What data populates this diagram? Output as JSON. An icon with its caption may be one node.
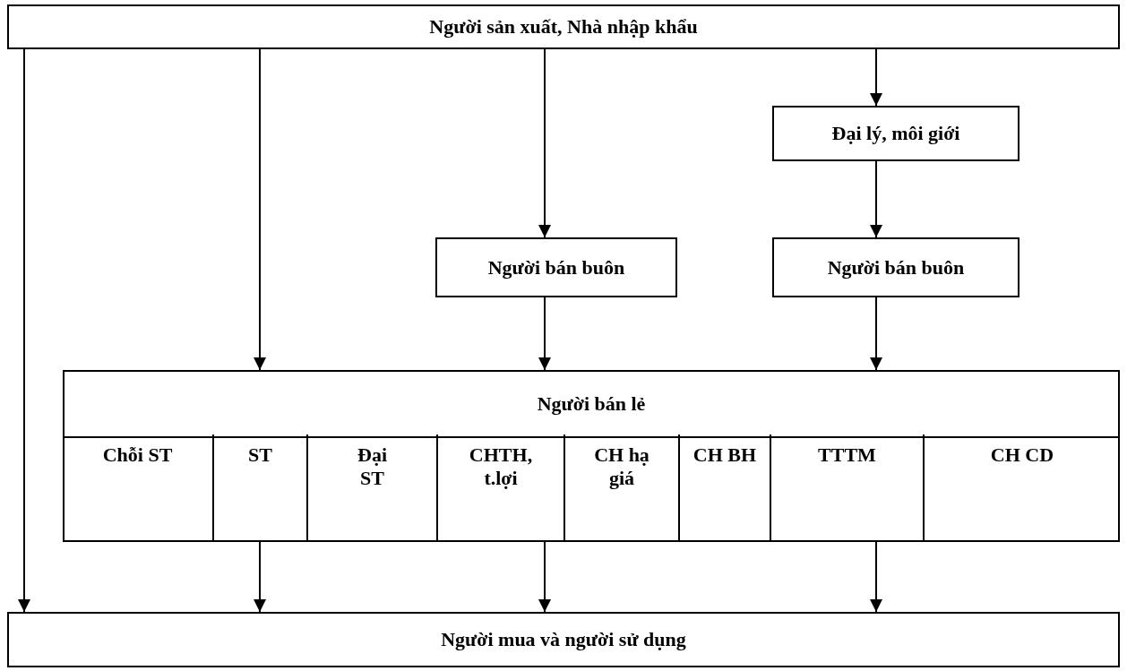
{
  "diagram": {
    "nodes": [
      {
        "text": [
          "Người sản xuất, Nhà nhập khẩu"
        ]
      },
      {
        "text": [
          "Đại lý, môi giới"
        ]
      },
      {
        "text": [
          "Người bán buôn"
        ]
      },
      {
        "text": [
          "Người bán buôn"
        ]
      },
      {
        "text": [
          "Người bán lẻ"
        ]
      },
      {
        "text": [
          "Chỗi ST"
        ],
        "in": 4
      },
      {
        "text": [
          "ST"
        ],
        "in": 4
      },
      {
        "text": [
          "Đại ST"
        ],
        "in": 4
      },
      {
        "text": [
          "CHTH, t.lợi"
        ],
        "in": 4
      },
      {
        "text": [
          "CH hạ giá"
        ],
        "in": 4
      },
      {
        "text": [
          "CH BH"
        ],
        "in": 4
      },
      {
        "text": [
          "TTTM"
        ],
        "in": 4
      },
      {
        "text": [
          "CH CD"
        ],
        "in": 4
      },
      {
        "text": [
          "Người mua và người sử dụng"
        ]
      }
    ],
    "edges": [
      {
        "from": 0,
        "to": 13,
        "arrow": "to"
      },
      {
        "from": 0,
        "to": 4,
        "arrow": "to"
      },
      {
        "from": 0,
        "to": 2,
        "arrow": "to"
      },
      {
        "from": 0,
        "to": 1,
        "arrow": "to"
      },
      {
        "from": 1,
        "to": 3,
        "arrow": "to"
      },
      {
        "from": 2,
        "to": 4,
        "arrow": "to"
      },
      {
        "from": 3,
        "to": 4,
        "arrow": "to"
      },
      {
        "from": 4,
        "to": 13,
        "arrow": "to"
      },
      {
        "from": 4,
        "to": 13,
        "arrow": "to"
      },
      {
        "from": 4,
        "to": 13,
        "arrow": "to"
      }
    ]
  }
}
